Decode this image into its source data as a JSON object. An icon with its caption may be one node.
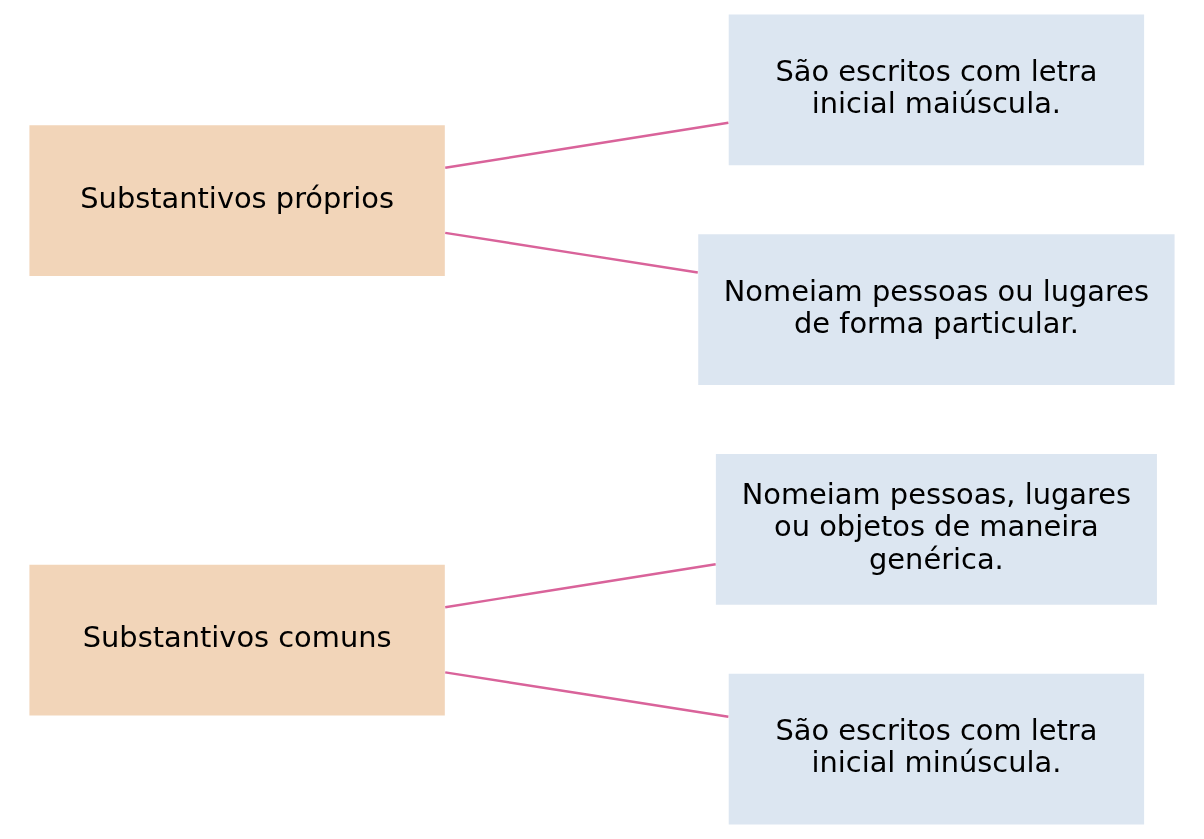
{
  "diagram": {
    "nodes": [
      {
        "text": [
          "Substantivos comuns"
        ]
      },
      {
        "text": [
          "Substantivos próprios"
        ]
      },
      {
        "text": [
          "São escritos com letra inicial maiúscula."
        ]
      },
      {
        "text": [
          "Nomeiam pessoas, lugares ou objetos de maneira genérica."
        ]
      },
      {
        "text": [
          "Nomeiam pessoas ou lugares de forma particular."
        ]
      },
      {
        "text": [
          "São escritos com letra inicial minúscula."
        ]
      }
    ],
    "edges": [
      {
        "from": 0,
        "to": 3,
        "arrow": "none"
      },
      {
        "from": 0,
        "to": 5,
        "arrow": "none"
      },
      {
        "from": 1,
        "to": 2,
        "arrow": "none"
      },
      {
        "from": 1,
        "to": 4,
        "arrow": "none"
      }
    ]
  }
}
